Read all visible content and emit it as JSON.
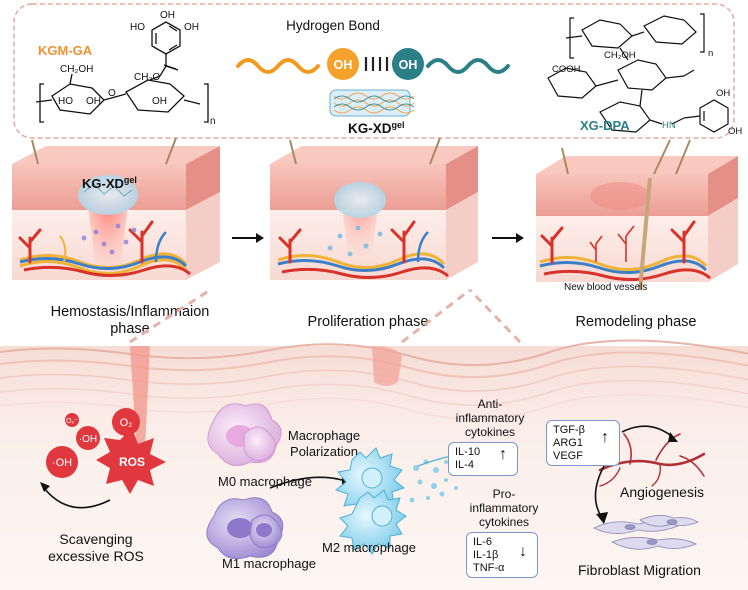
{
  "top_panel": {
    "hydrogen_bond": "Hydrogen Bond",
    "oh_left": "OH",
    "oh_right": "OH",
    "kgm_ga": "KGM-GA",
    "xg_dpa": "XG-DPA",
    "gel_name": "KG-XD",
    "gel_sup": "gel",
    "chem": {
      "ho1": "HO",
      "oh1": "OH",
      "oh2": "OH",
      "ch2oh": "CH₂OH",
      "ch2o": "CH₂O",
      "ho2": "HO",
      "oh3": "OH",
      "oh4": "OH",
      "n1": "n",
      "o_ring": "O",
      "xg_ch2oh": "CH₂OH",
      "cooh": "COOH",
      "xg_n": "n",
      "hn": "HN",
      "oh5": "OH",
      "oh6": "OH"
    }
  },
  "skin_panel": {
    "gel_label": "KG-XD",
    "gel_label_sup": "gel",
    "new_vessels": "New blood vessels",
    "phases": {
      "p1_line1": "Hemostasis/Inflammaion",
      "p1_line2": "phase",
      "p2": "Proliferation phase",
      "p3": "Remodeling phase"
    }
  },
  "bottom_panel": {
    "ros": "ROS",
    "oh_r1": "·OH",
    "oh_r2": "·OH",
    "o2_r1": "O₂⁻",
    "o2_r2": "O₂",
    "scavenging_l1": "Scavenging",
    "scavenging_l2": "excessive ROS",
    "m0": "M0  macrophage",
    "m1": "M1 macrophage",
    "m2": "M2 macrophage",
    "polar_l1": "Macrophage",
    "polar_l2": "Polarization",
    "anti_l1": "Anti-",
    "anti_l2": "inflammatory",
    "anti_l3": "cytokines",
    "pro_l1": "Pro-",
    "pro_l2": "inflammatory",
    "pro_l3": "cytokines",
    "anti_box": [
      "IL-10",
      "IL-4"
    ],
    "pro_box": [
      "IL-6",
      "IL-1β",
      "TNF-α"
    ],
    "growth_box": [
      "TGF-β",
      "ARG1",
      "VEGF"
    ],
    "up_arrow": "↑",
    "down_arrow": "↓",
    "angiogenesis": "Angiogenesis",
    "fibroblast": "Fibroblast Migration"
  },
  "colors": {
    "orange": "#f39a1e",
    "teal": "#2a7f86",
    "skin_top": "#f3b3aa",
    "dermis": "#fbe6e2",
    "vessel_red": "#d8322a",
    "vessel_blue": "#3d7fc6",
    "ros_red": "#e0383e",
    "m2_blue": "#8fd6ee",
    "m0_pink": "#ecc7ea",
    "m1_purple": "#b9a7de",
    "box_border": "#7f96c8"
  }
}
